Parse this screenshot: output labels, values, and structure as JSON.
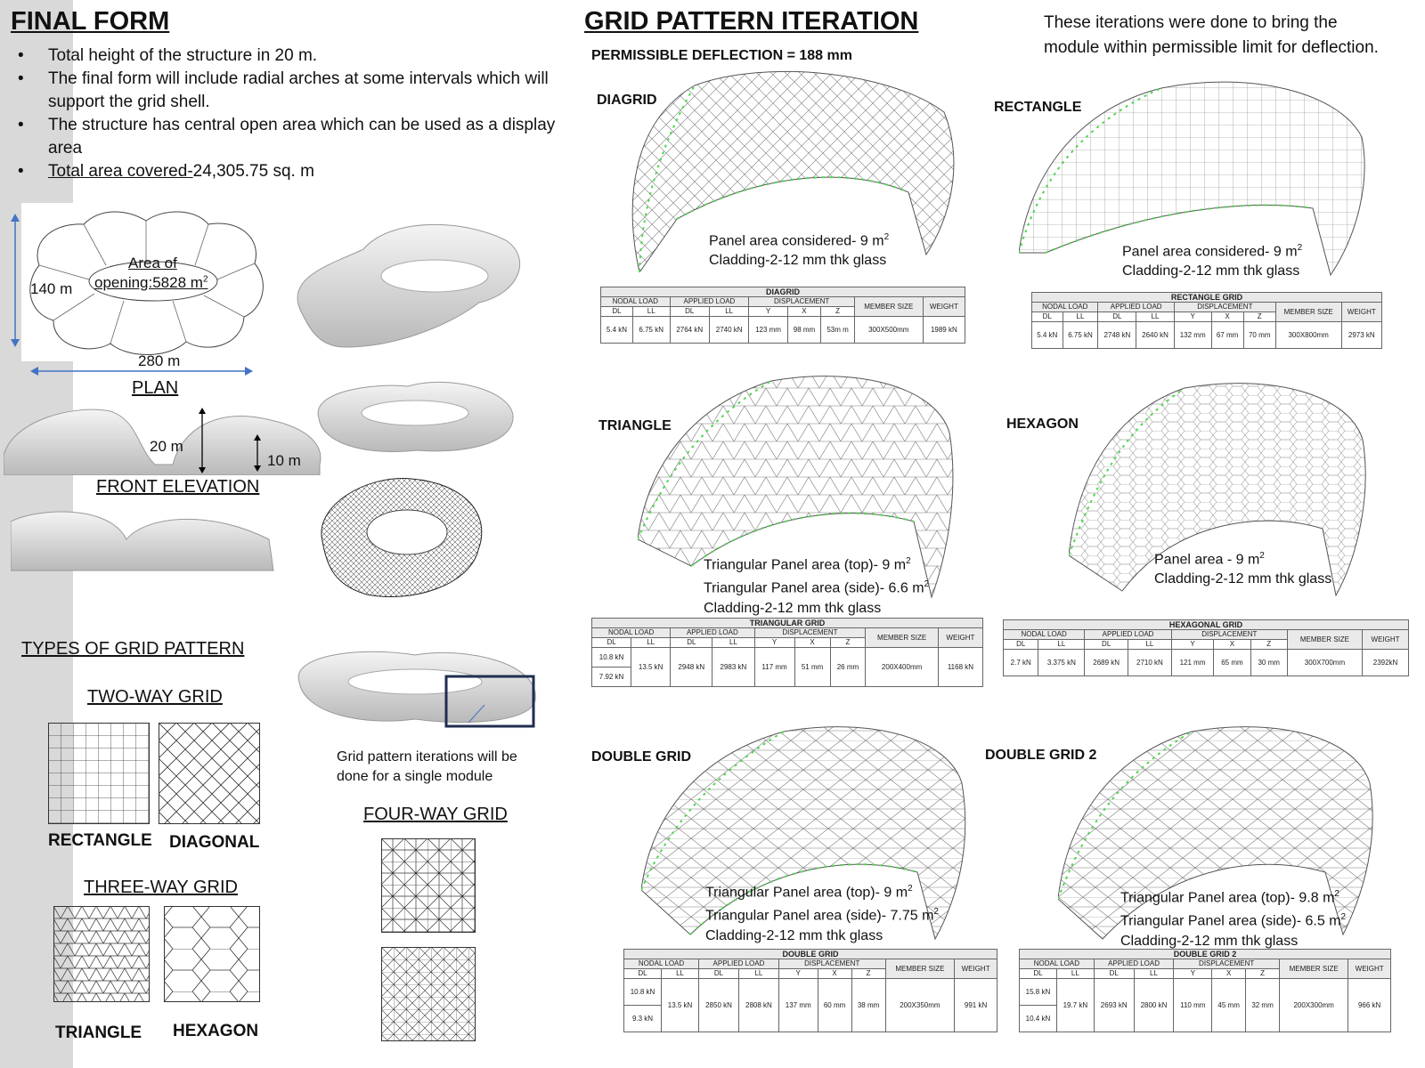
{
  "final_form": {
    "title": "FINAL FORM",
    "bullets": [
      "Total height of the structure in 20 m.",
      "The final form will include radial arches at some intervals which will support the grid shell.",
      "The structure has central open area which can be used as a display area"
    ],
    "area_label": "Total area covered-",
    "area_value": "24,305.75 sq. m",
    "plan_dim_h": "140 m",
    "plan_dim_w": "280 m",
    "opening_line1": "Area of",
    "opening_line2": "opening:5828 m",
    "plan_caption": "PLAN",
    "elev_dim_1": "20 m",
    "elev_dim_2": "10 m",
    "elev_caption": "FRONT ELEVATION"
  },
  "types": {
    "title": "TYPES OF GRID PATTERN",
    "two_way": "TWO-WAY GRID",
    "rectangle": "RECTANGLE",
    "diagonal": "DIAGONAL",
    "three_way": "THREE-WAY GRID",
    "triangle": "TRIANGLE",
    "hexagon": "HEXAGON",
    "four_way": "FOUR-WAY GRID",
    "module_note_1": "Grid pattern iterations will be",
    "module_note_2": "done for a single module"
  },
  "iteration": {
    "title": "GRID PATTERN ITERATION",
    "deflection": "PERMISSIBLE DEFLECTION = 188 mm",
    "intro_1": "These iterations were done to bring the",
    "intro_2": "module within permissible limit for deflection."
  },
  "headers": {
    "nodal": "NODAL LOAD",
    "applied": "APPLIED LOAD",
    "disp": "DISPLACEMENT",
    "member": "MEMBER SIZE",
    "weight": "WEIGHT",
    "dl": "DL",
    "ll": "LL",
    "y": "Y",
    "x": "X",
    "z": "Z"
  },
  "modules": {
    "diagrid": {
      "label": "DIAGRID",
      "note": [
        "Panel area considered- 9 m",
        "Cladding-2-12 mm thk glass"
      ],
      "table_title": "DIAGRID",
      "row": [
        "5.4 kN",
        "6.75 kN",
        "2764 kN",
        "2740 kN",
        "123 mm",
        "98 mm",
        "53m m",
        "300X500mm",
        "1989 kN"
      ]
    },
    "rectangle": {
      "label": "RECTANGLE",
      "note": [
        "Panel area considered- 9 m",
        "Cladding-2-12 mm thk glass"
      ],
      "table_title": "RECTANGLE GRID",
      "row": [
        "5.4 kN",
        "6.75 kN",
        "2748 kN",
        "2640 kN",
        "132 mm",
        "67 mm",
        "70 mm",
        "300X800mm",
        "2973 kN"
      ]
    },
    "triangle": {
      "label": "TRIANGLE",
      "note": [
        "Triangular Panel area (top)- 9 m",
        "Triangular Panel area (side)- 6.6 m",
        "Cladding-2-12 mm thk glass"
      ],
      "table_title": "TRIANGULAR GRID",
      "row": [
        "10.8 kN",
        "13.5 kN",
        "2948 kN",
        "2983 kN",
        "117 mm",
        "51 mm",
        "26 mm",
        "200X400mm",
        "1168 kN"
      ],
      "dl2": "7.92 kN"
    },
    "hexagon": {
      "label": "HEXAGON",
      "note": [
        "Panel area - 9 m",
        "Cladding-2-12 mm thk glass"
      ],
      "table_title": "HEXAGONAL GRID",
      "row": [
        "2.7 kN",
        "3.375 kN",
        "2689 kN",
        "2710 kN",
        "121 mm",
        "65 mm",
        "30 mm",
        "300X700mm",
        "2392kN"
      ]
    },
    "double": {
      "label": "DOUBLE GRID",
      "note": [
        "Triangular Panel area (top)- 9 m",
        "Triangular Panel area (side)- 7.75 m",
        "Cladding-2-12 mm thk glass"
      ],
      "table_title": "DOUBLE GRID",
      "row": [
        "10.8 kN",
        "13.5 kN",
        "2850 kN",
        "2808 kN",
        "137 mm",
        "60 mm",
        "38 mm",
        "200X350mm",
        "991 kN"
      ],
      "dl2": "9.3 kN"
    },
    "double2": {
      "label": "DOUBLE GRID 2",
      "note": [
        "Triangular Panel area (top)- 9.8 m",
        "Triangular Panel area (side)- 6.5 m",
        "Cladding-2-12 mm thk glass"
      ],
      "table_title": "DOUBLE GRID 2",
      "row": [
        "15.8 kN",
        "19.7 kN",
        "2693 kN",
        "2800 kN",
        "110 mm",
        "45 mm",
        "32 mm",
        "200X300mm",
        "966 kN"
      ],
      "dl2": "10.4 kN"
    }
  },
  "sup": "2",
  "colors": {
    "sidebar": "#d9d9d9",
    "support_green": "#4fd64f",
    "dim_arrow": "#4472c4",
    "highlight_box": "#1f2d4f"
  }
}
